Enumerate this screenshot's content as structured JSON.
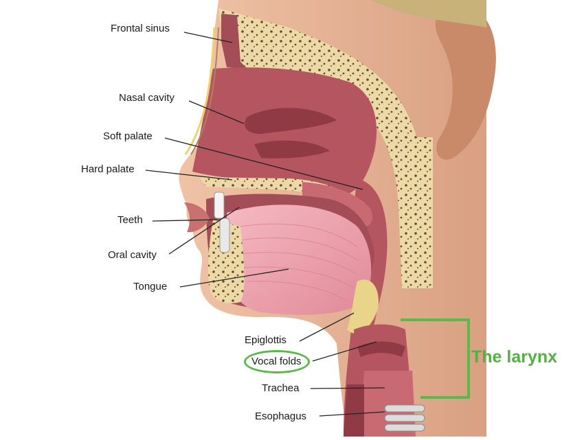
{
  "labels": {
    "frontal_sinus": "Frontal sinus",
    "nasal_cavity": "Nasal cavity",
    "soft_palate": "Soft palate",
    "hard_palate": "Hard palate",
    "teeth": "Teeth",
    "oral_cavity": "Oral cavity",
    "tongue": "Tongue",
    "epiglottis": "Epiglottis",
    "vocal_folds": "Vocal folds",
    "trachea": "Trachea",
    "esophagus": "Esophagus"
  },
  "annotation": {
    "larynx_label": "The larynx",
    "highlight_color": "#5cb84a"
  },
  "colors": {
    "skin": "#e8b89a",
    "tissue": "#b85a63",
    "bone": "#ecd9a8",
    "bone_spots": "#6a4a2a"
  }
}
